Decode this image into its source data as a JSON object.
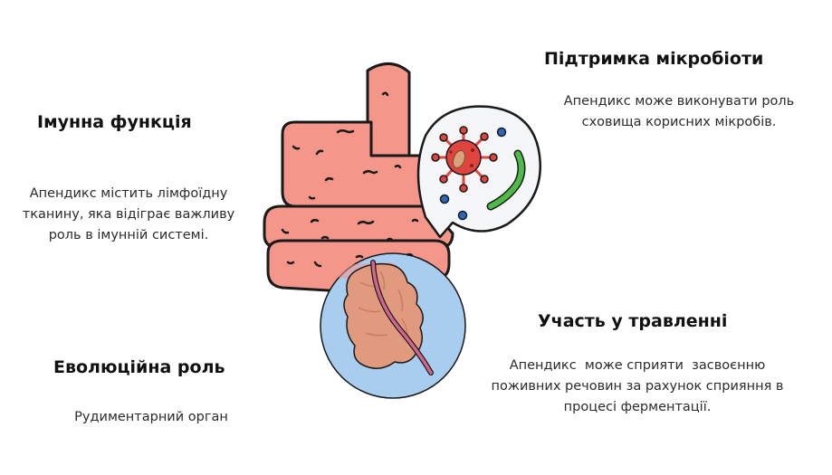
{
  "sections": {
    "immune": {
      "title": "Імунна функція",
      "lines": [
        "Апендикс містить лімфоїдну",
        "тканину, яка відіграє важливу",
        "роль в імунній системі."
      ]
    },
    "microbiota": {
      "title": "Підтримка мікробіоти",
      "lines": [
        "Апендикс може виконувати роль",
        "сховища корисних мікробів."
      ]
    },
    "digestion": {
      "title": "Участь у травленні",
      "lines": [
        "Апендикс  може сприяти  засвоєнню",
        "поживних речовин за рахунок сприяння в",
        "процесі ферментації."
      ]
    },
    "evolution": {
      "title": "Еволюційна роль",
      "lines": [
        "Рудиментарний орган"
      ]
    }
  },
  "illustration": {
    "intestine_color": "#f4968a",
    "outline_color": "#1a1a1a",
    "bubble_fill": "#f4f6f8",
    "magnifier_fill": "#a9cdee",
    "appendix_color": "#e19a7d",
    "appendix_tail_color": "#d3668e",
    "virus_color": "#e0443f",
    "bacteria_color": "#4dbb45",
    "coccus_color": "#2a67b8",
    "icons": [
      "intestine-icon",
      "microbe-bubble-icon",
      "virus-icon",
      "bacteria-icon",
      "magnifier-icon",
      "appendix-icon"
    ]
  }
}
